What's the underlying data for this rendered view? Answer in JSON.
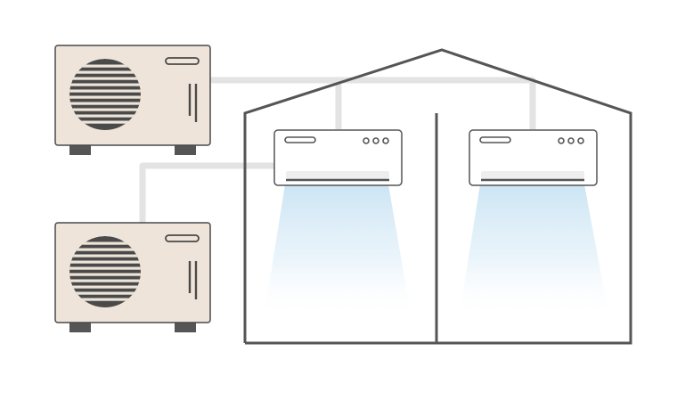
{
  "diagram": {
    "background": "#ffffff",
    "colors": {
      "outdoor_body": "#eee4d9",
      "outdoor_outline": "#4a4a4a",
      "fan_grille": "#4a4a4a",
      "feet": "#555555",
      "pipe": "#e3e3e3",
      "house_outline": "#555555",
      "indoor_body": "#ffffff",
      "indoor_outline": "#555555",
      "indoor_vent": "#eeeeee",
      "indoor_dots": "#555555",
      "airflow": "#c9e3f3"
    },
    "outdoor_units": [
      {
        "name": "outdoor-unit-top",
        "icon": "outdoor-ac-unit-icon"
      },
      {
        "name": "outdoor-unit-bottom",
        "icon": "outdoor-ac-unit-icon"
      }
    ],
    "indoor_units": [
      {
        "name": "indoor-unit-left",
        "icon": "wall-ac-unit-icon",
        "indicator_dots": 3
      },
      {
        "name": "indoor-unit-right",
        "icon": "wall-ac-unit-icon",
        "indicator_dots": 3
      }
    ],
    "rooms": 2
  }
}
